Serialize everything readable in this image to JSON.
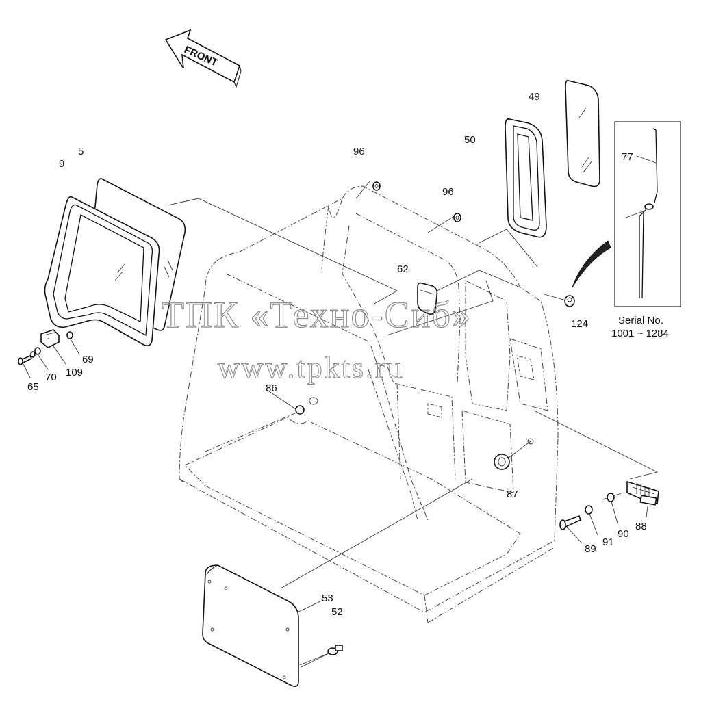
{
  "direction_arrow": {
    "label": "FRONT"
  },
  "serial_note": {
    "line1": "Serial No.",
    "line2": "1001 ~ 1284"
  },
  "watermark": {
    "line1": "ТПК «Техно-Сиб»",
    "line2": "www.tpkts.ru"
  },
  "callouts": [
    {
      "id": "c5",
      "label": "5"
    },
    {
      "id": "c9",
      "label": "9"
    },
    {
      "id": "c49",
      "label": "49"
    },
    {
      "id": "c50",
      "label": "50"
    },
    {
      "id": "c96a",
      "label": "96"
    },
    {
      "id": "c96b",
      "label": "96"
    },
    {
      "id": "c77",
      "label": "77"
    },
    {
      "id": "c62",
      "label": "62"
    },
    {
      "id": "c124",
      "label": "124"
    },
    {
      "id": "c69",
      "label": "69"
    },
    {
      "id": "c65",
      "label": "65"
    },
    {
      "id": "c70",
      "label": "70"
    },
    {
      "id": "c109",
      "label": "109"
    },
    {
      "id": "c86",
      "label": "86"
    },
    {
      "id": "c87",
      "label": "87"
    },
    {
      "id": "c88",
      "label": "88"
    },
    {
      "id": "c89",
      "label": "89"
    },
    {
      "id": "c90",
      "label": "90"
    },
    {
      "id": "c91",
      "label": "91"
    },
    {
      "id": "c53",
      "label": "53"
    },
    {
      "id": "c52",
      "label": "52"
    }
  ]
}
